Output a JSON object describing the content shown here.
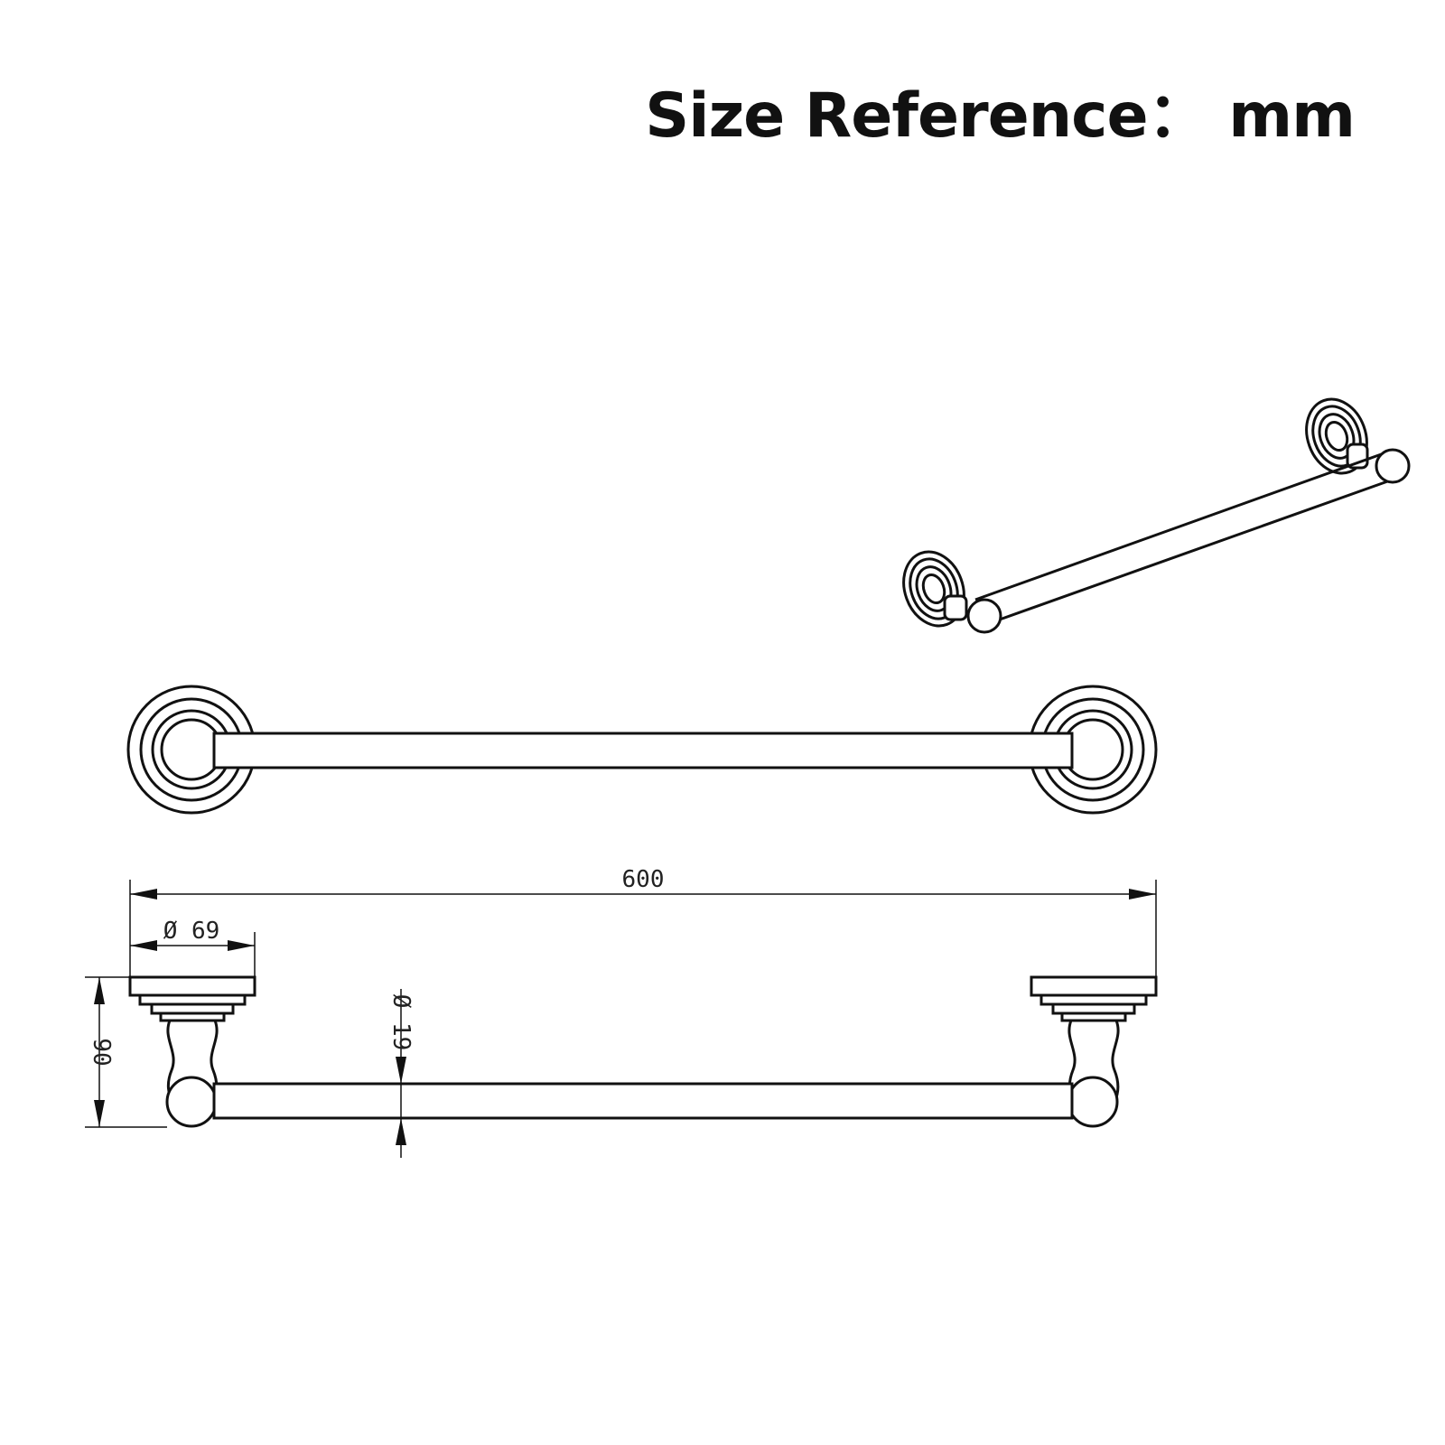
{
  "title": "Size Reference： mm",
  "dimensions": {
    "total_length": "600",
    "base_diameter": "Ø 69",
    "bar_diameter": "Ø 19",
    "projection": "90"
  }
}
